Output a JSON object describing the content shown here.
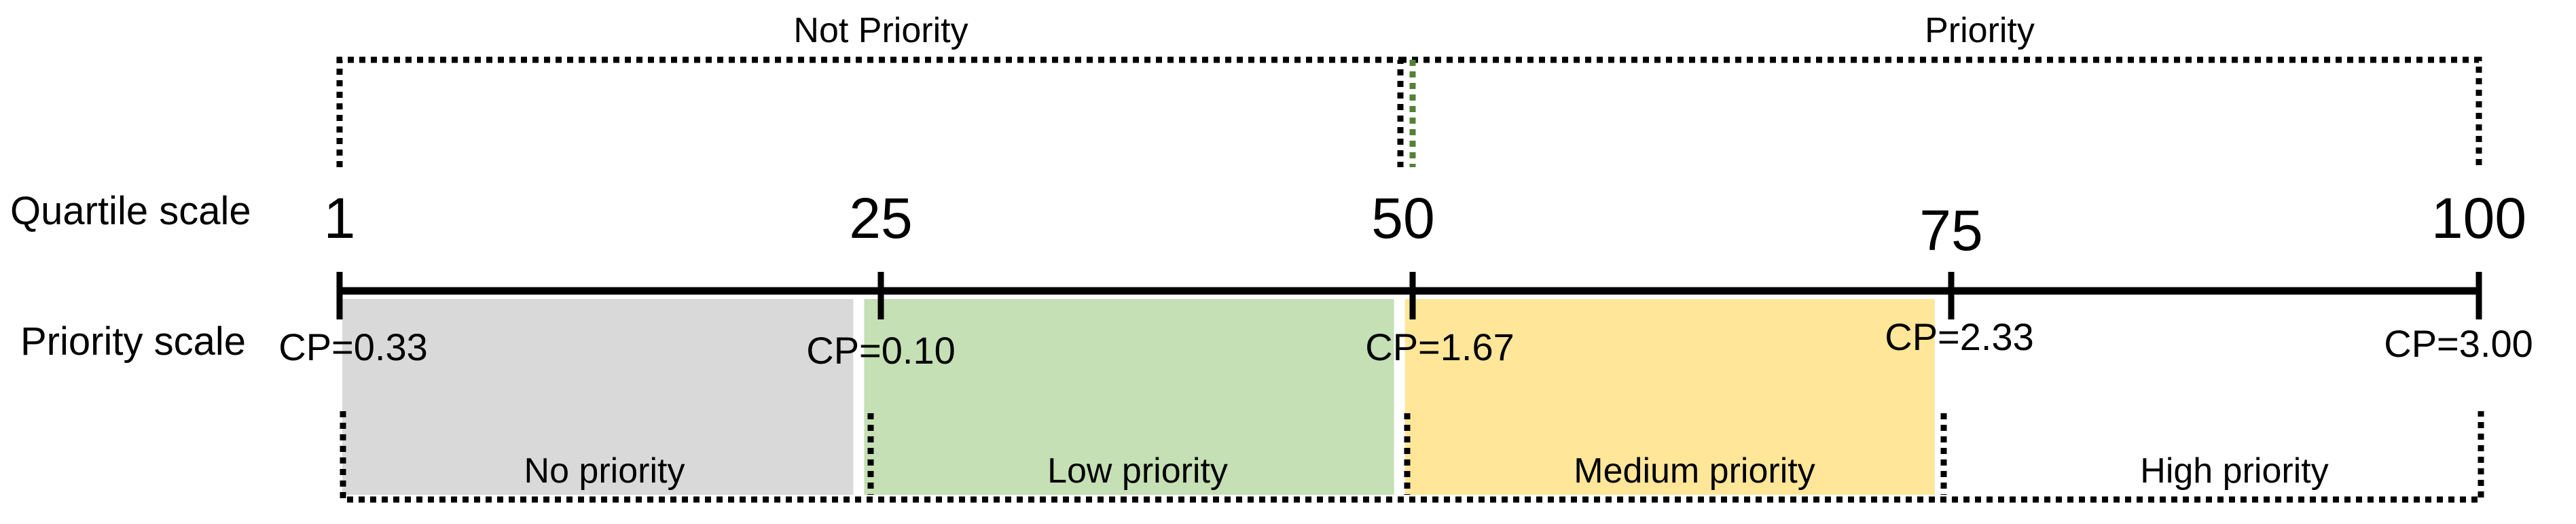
{
  "groups": {
    "not_priority": "Not Priority",
    "priority": "Priority"
  },
  "row_labels": {
    "quartile": "Quartile scale",
    "priority": "Priority scale"
  },
  "ticks": [
    {
      "quartile": 1,
      "label": "1",
      "cp": "CP=0.33"
    },
    {
      "quartile": 25,
      "label": "25",
      "cp": "CP=0.10"
    },
    {
      "quartile": 50,
      "label": "50",
      "cp": "CP=1.67"
    },
    {
      "quartile": 75,
      "label": "75",
      "cp": "CP=2.33"
    },
    {
      "quartile": 100,
      "label": "100",
      "cp": "CP=3.00"
    }
  ],
  "categories": [
    {
      "label": "No priority",
      "color": "#d9d9d9"
    },
    {
      "label": "Low priority",
      "color": "#c5e0b4"
    },
    {
      "label": "Medium priority",
      "color": "#ffe699"
    },
    {
      "label": "High priority",
      "color": "#ffffff"
    }
  ],
  "colors": {
    "divider": "#548235",
    "line": "#000000"
  }
}
